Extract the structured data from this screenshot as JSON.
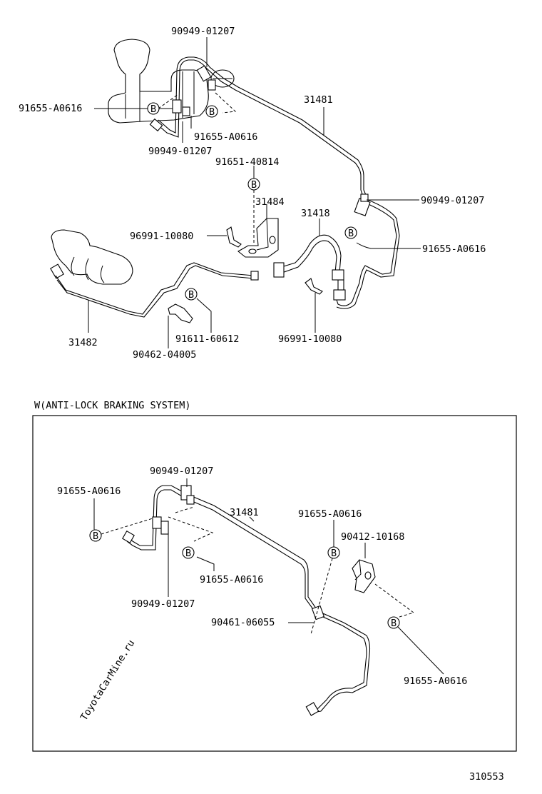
{
  "diagram_title": "",
  "watermark": "ToyotaCarMine.ru",
  "upper_section": {
    "labels": {
      "top_union_1": "90949-01207",
      "left_clamp_1": "91655-A0616",
      "mid_clamp_1": "91655-A0616",
      "lower_union_1": "90949-01207",
      "pipe_main": "31481",
      "bracket_bolt": "91651-40814",
      "bracket": "31484",
      "clip_left": "96991-10080",
      "hose": "31418",
      "right_union": "90949-01207",
      "right_clamp": "91655-A0616",
      "pipe_lower": "31482",
      "clamp_bolt": "91611-60612",
      "clamp_nut": "90462-04005",
      "clip_right": "96991-10080"
    },
    "bolt_marker": "B"
  },
  "section_w": {
    "heading": "W(ANTI-LOCK BRAKING SYSTEM)",
    "labels": {
      "top_union": "90949-01207",
      "left_clamp": "91655-A0616",
      "pipe_main": "31481",
      "right_clamp_top": "91655-A0616",
      "bracket_bolt": "90412-10168",
      "mid_clamp": "91655-A0616",
      "lower_union": "90949-01207",
      "clip": "90461-06055",
      "right_clamp_bottom": "91655-A0616"
    },
    "bolt_marker": "B"
  },
  "figure_number": "310553"
}
